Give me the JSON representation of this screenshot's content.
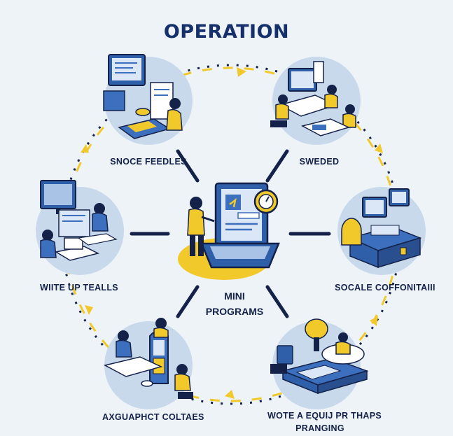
{
  "title": "OPERATION",
  "center": {
    "line1": "MINI",
    "line2": "PROGRAMS"
  },
  "nodes": [
    {
      "label": "SNOCE FEEDLES",
      "icon": "developer-desk-icon"
    },
    {
      "label": "SWEDED",
      "icon": "team-meeting-icon"
    },
    {
      "label": "WIITE UP TEALLS",
      "icon": "workstation-icon"
    },
    {
      "label": "SOCALE COFFONITAIII",
      "icon": "service-counter-icon"
    },
    {
      "label": "AXGUAPHCT COLTAES",
      "icon": "kiosk-icon"
    },
    {
      "label_line1": "WOTE A EQUIJ PR THAPS",
      "label_line2": "PRANGING",
      "icon": "tablet-table-icon"
    }
  ],
  "colors": {
    "navy": "#15306a",
    "blue": "#3d6fbf",
    "circle": "#c9d9ec",
    "accent": "#f2c92b"
  }
}
